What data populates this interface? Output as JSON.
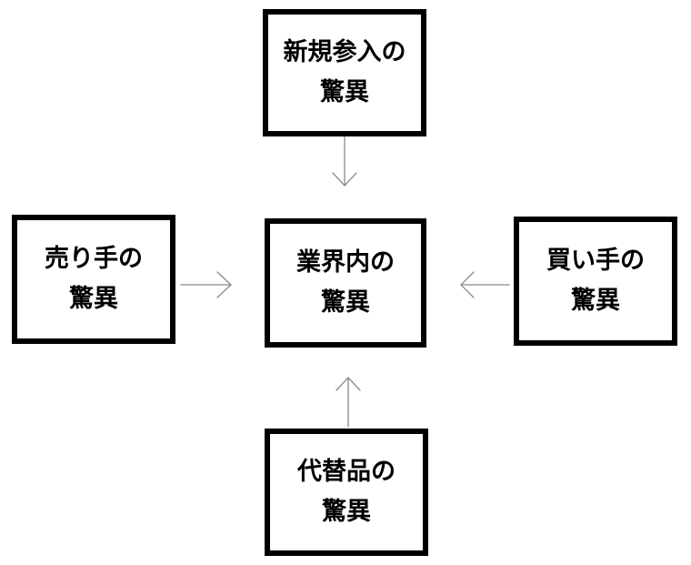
{
  "diagram": {
    "nodes": {
      "top": {
        "text": "新規参入の\n驚異"
      },
      "center": {
        "text": "業界内の\n驚異"
      },
      "left": {
        "text": "売り手の\n驚異"
      },
      "right": {
        "text": "買い手の\n驚異"
      },
      "bottom": {
        "text": "代替品の\n驚異"
      }
    },
    "edges": [
      {
        "from": "top",
        "to": "center"
      },
      {
        "from": "left",
        "to": "center"
      },
      {
        "from": "right",
        "to": "center"
      },
      {
        "from": "bottom",
        "to": "center"
      }
    ],
    "colors": {
      "box_border": "#000000",
      "arrow": "#888888",
      "text": "#000000",
      "background": "#ffffff"
    }
  }
}
